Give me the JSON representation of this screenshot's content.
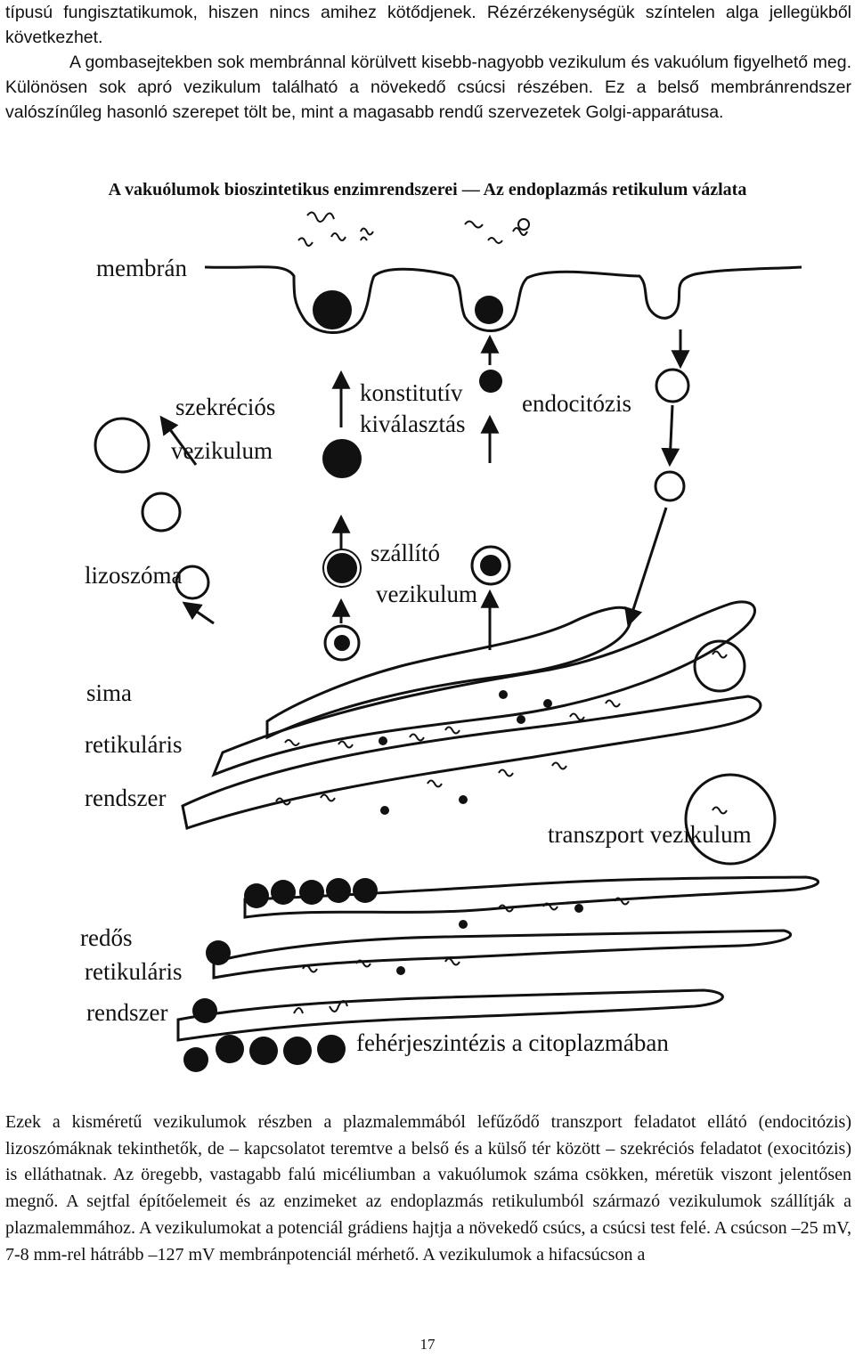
{
  "top_paragraph": {
    "line1": "típusú fungisztatikumok, hiszen nincs amihez kötődjenek. Rézérzékenységük színtelen alga jellegükből következhet.",
    "line2": "A gombasejtekben sok membránnal körülvett kisebb-nagyobb vezikulum és vakuólum figyelhető meg. Különösen sok apró vezikulum található a növekedő csúcsi részében. Ez a belső membránrendszer valószínűleg hasonló szerepet tölt be, mint a magasabb rendű szervezetek Golgi-apparátusa."
  },
  "figure": {
    "caption": "A vakuólumok bioszintetikus enzimrendszerei — Az endoplazmás retikulum vázlata",
    "labels": {
      "membran": "membrán",
      "szekrecios": "szekréciós",
      "vezikulum1": "vezikulum",
      "konstitutiv": "konstitutív",
      "kivalasztas": "kiválasztás",
      "endocitozis": "endocitózis",
      "lizoszoma": "lizoszóma",
      "szallito": "szállító",
      "vezikulum2": "vezikulum",
      "sima": "sima",
      "retikularis1": "retikuláris",
      "rendszer1": "rendszer",
      "transzport": "transzport vezikulum",
      "redos": "redős",
      "retikularis2": "retikuláris",
      "rendszer2": "rendszer",
      "feherje": "fehérjeszintézis a citoplazmában"
    }
  },
  "bottom_paragraph": "Ezek a kisméretű vezikulumok részben a plazmalemmából lefűződő transzport feladatot ellátó (endocitózis) lizoszómáknak tekinthetők, de – kapcsolatot teremtve a belső és a külső tér között – szekréciós feladatot (exocitózis) is elláthatnak. Az öregebb, vastagabb falú micéliumban a vakuólumok száma csökken, méretük viszont jelentősen megnő. A sejtfal építőelemeit és az enzimeket az endoplazmás retikulumból származó vezikulumok szállítják a plazmalemmához. A vezikulumokat a potenciál grádiens hajtja a növekedő csúcs, a csúcsi test felé. A csúcson –25 mV, 7-8 mm-rel hátrább –127 mV membránpotenciál mérhető. A vezikulumok a hifacsúcson a",
  "page_number": "17"
}
